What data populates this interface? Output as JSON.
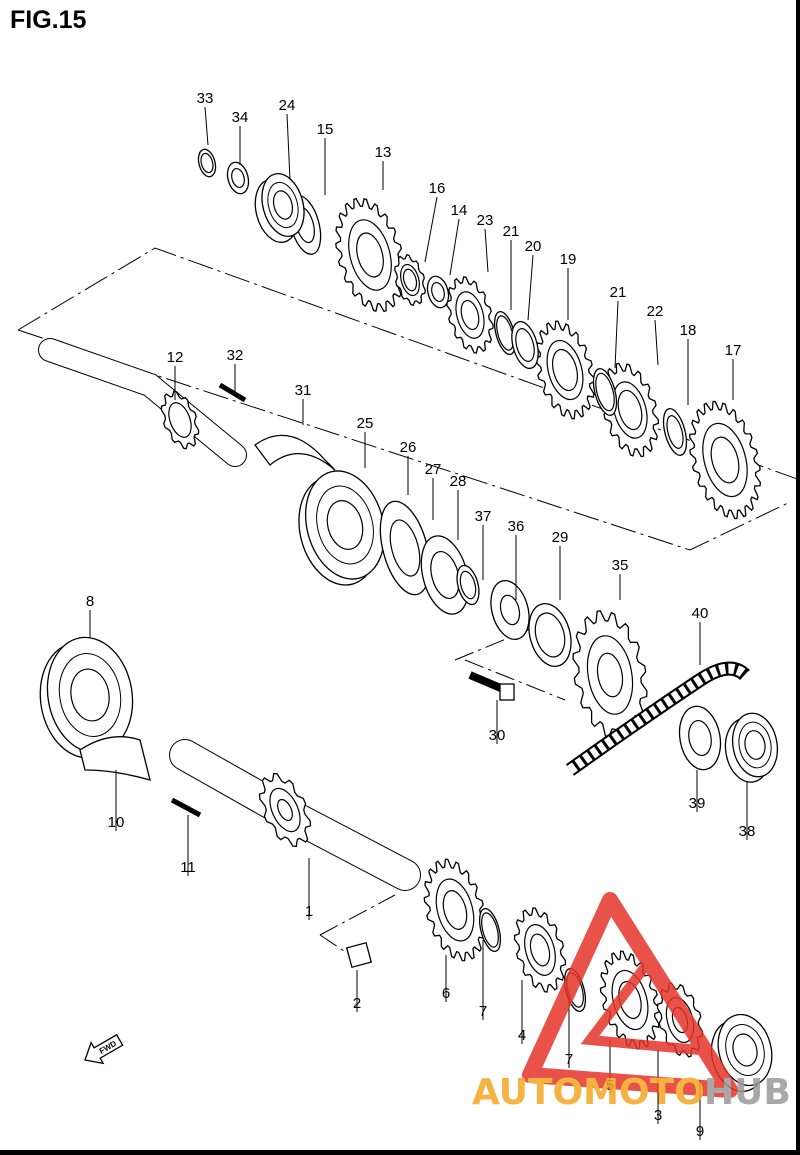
{
  "figure": {
    "title": "FIG.15"
  },
  "fwd_badge": {
    "text": "FWD"
  },
  "watermark": {
    "part1": "AUTOMOTO",
    "part2": "HUB",
    "color_orange": "#f5a623",
    "color_red": "#e5342a",
    "color_grey": "#9a9a9a"
  },
  "callouts": [
    {
      "id": "33",
      "text": "33"
    },
    {
      "id": "34",
      "text": "34"
    },
    {
      "id": "24",
      "text": "24"
    },
    {
      "id": "15",
      "text": "15"
    },
    {
      "id": "13",
      "text": "13"
    },
    {
      "id": "16",
      "text": "16"
    },
    {
      "id": "14",
      "text": "14"
    },
    {
      "id": "23",
      "text": "23"
    },
    {
      "id": "21a",
      "text": "21"
    },
    {
      "id": "20",
      "text": "20"
    },
    {
      "id": "19",
      "text": "19"
    },
    {
      "id": "21b",
      "text": "21"
    },
    {
      "id": "22",
      "text": "22"
    },
    {
      "id": "18",
      "text": "18"
    },
    {
      "id": "17",
      "text": "17"
    },
    {
      "id": "12",
      "text": "12"
    },
    {
      "id": "32",
      "text": "32"
    },
    {
      "id": "31",
      "text": "31"
    },
    {
      "id": "25",
      "text": "25"
    },
    {
      "id": "26",
      "text": "26"
    },
    {
      "id": "27",
      "text": "27"
    },
    {
      "id": "28",
      "text": "28"
    },
    {
      "id": "37",
      "text": "37"
    },
    {
      "id": "36",
      "text": "36"
    },
    {
      "id": "29",
      "text": "29"
    },
    {
      "id": "35",
      "text": "35"
    },
    {
      "id": "40",
      "text": "40"
    },
    {
      "id": "8",
      "text": "8"
    },
    {
      "id": "30",
      "text": "30"
    },
    {
      "id": "39",
      "text": "39"
    },
    {
      "id": "38",
      "text": "38"
    },
    {
      "id": "10",
      "text": "10"
    },
    {
      "id": "11",
      "text": "11"
    },
    {
      "id": "1",
      "text": "1"
    },
    {
      "id": "2",
      "text": "2"
    },
    {
      "id": "6",
      "text": "6"
    },
    {
      "id": "7a",
      "text": "7"
    },
    {
      "id": "4",
      "text": "4"
    },
    {
      "id": "7b",
      "text": "7"
    },
    {
      "id": "5",
      "text": "5"
    },
    {
      "id": "3",
      "text": "3"
    },
    {
      "id": "9",
      "text": "9"
    }
  ]
}
